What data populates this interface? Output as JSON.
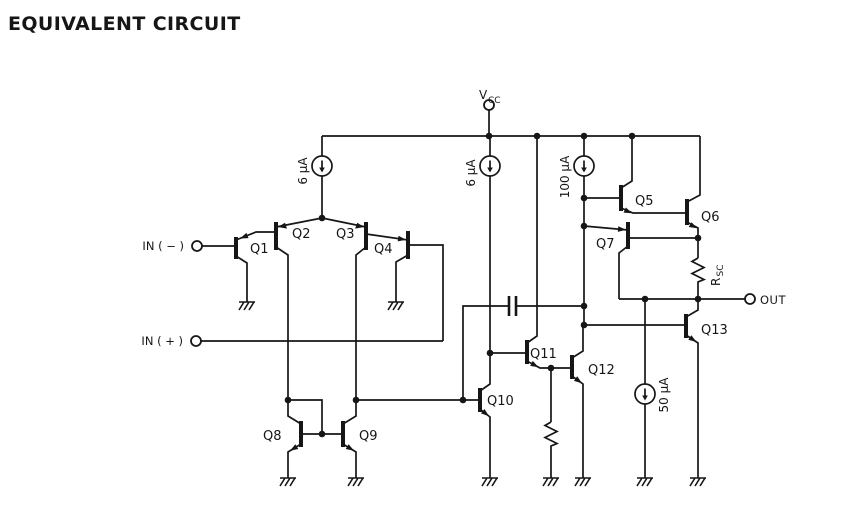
{
  "title": "EQUIVALENT CIRCUIT",
  "terminals": {
    "vcc_main": "V",
    "vcc_sub": "CC",
    "in_minus": "IN ( − )",
    "in_plus": "IN ( + )",
    "out": "OUT"
  },
  "transistors": {
    "q1": "Q1",
    "q2": "Q2",
    "q3": "Q3",
    "q4": "Q4",
    "q5": "Q5",
    "q6": "Q6",
    "q7": "Q7",
    "q8": "Q8",
    "q9": "Q9",
    "q10": "Q10",
    "q11": "Q11",
    "q12": "Q12",
    "q13": "Q13"
  },
  "current_sources": {
    "tail_6ua": "6 μA",
    "second_6ua": "6 μA",
    "drive_100ua": "100 μA",
    "sink_50ua": "50 μA"
  },
  "resistor": {
    "rsc_main": "R",
    "rsc_sub": "SC"
  },
  "colors": {
    "ink": "#161616",
    "background": "#ffffff"
  }
}
